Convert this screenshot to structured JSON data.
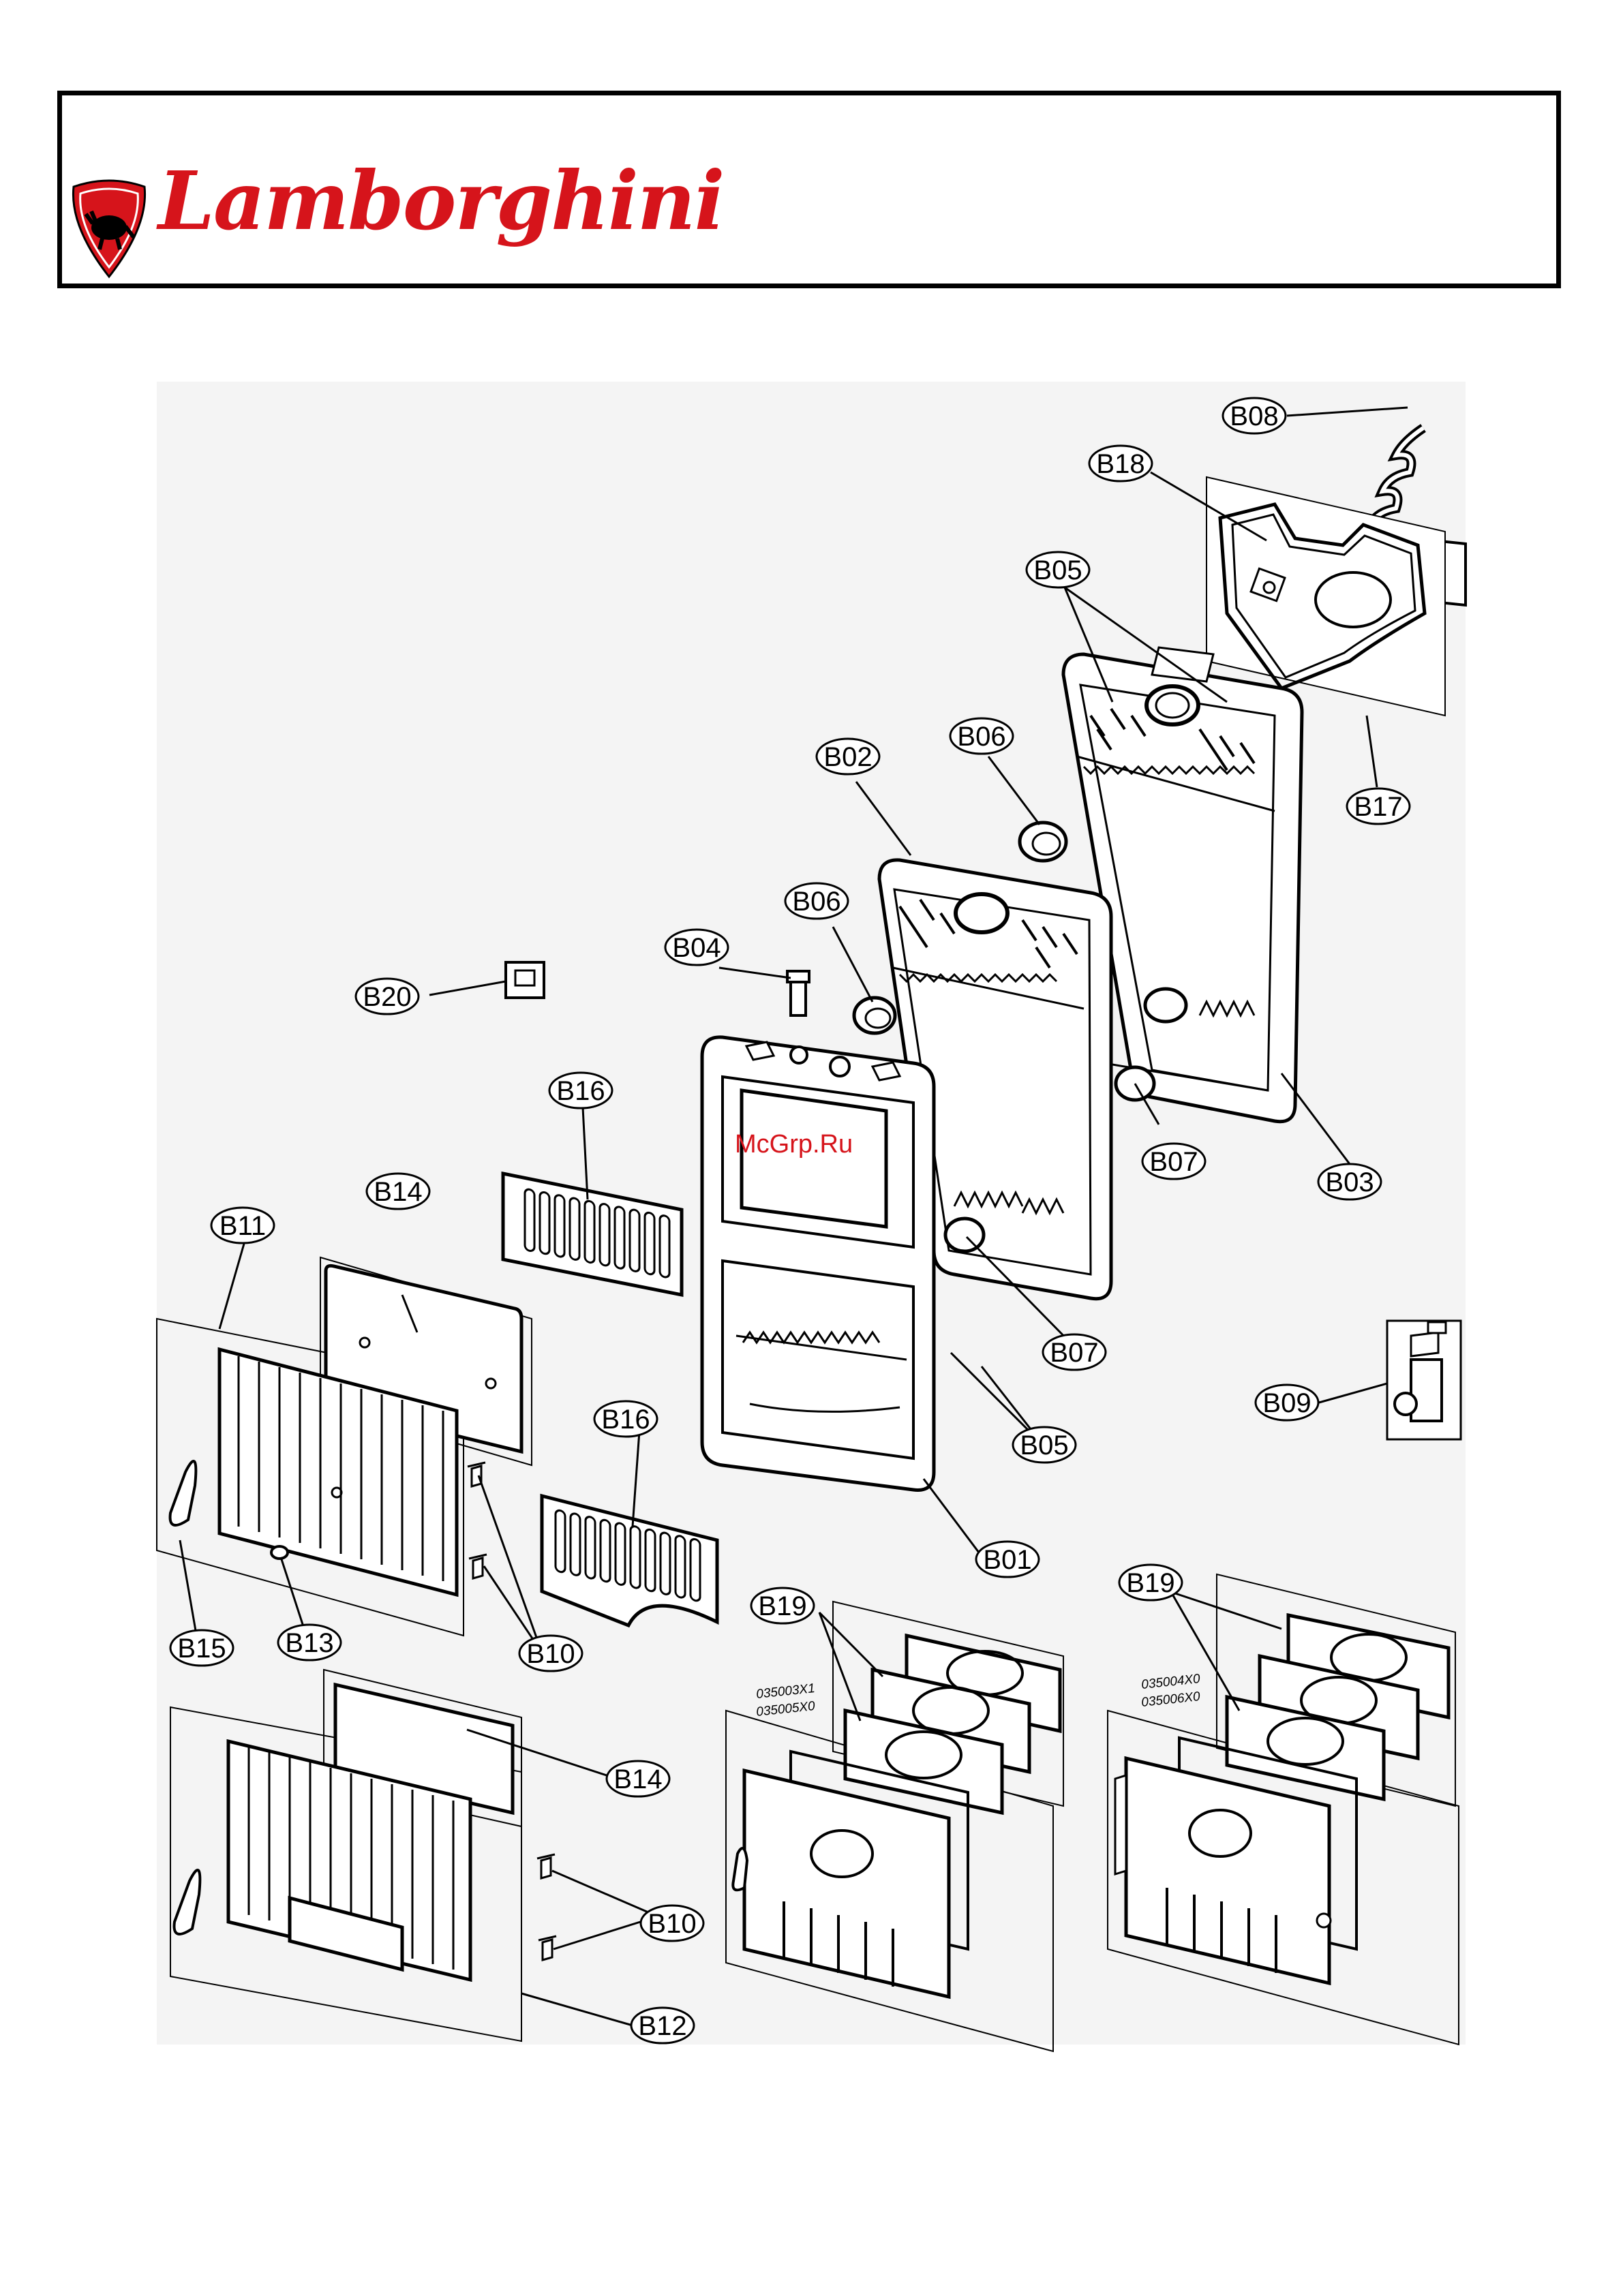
{
  "header": {
    "brand": "Lamborghini"
  },
  "watermark": "McGrp.Ru",
  "colors": {
    "brand_red": "#d6141b",
    "line": "#000000",
    "panel_bg": "#f4f4f4"
  },
  "callouts": {
    "b01": "B01",
    "b02": "B02",
    "b03": "B03",
    "b04": "B04",
    "b05_top": "B05",
    "b05_mid": "B05",
    "b06_top": "B06",
    "b06_mid": "B06",
    "b07_top": "B07",
    "b07_mid": "B07",
    "b08": "B08",
    "b09": "B09",
    "b10_mid": "B10",
    "b10_low": "B10",
    "b11": "B11",
    "b12": "B12",
    "b13": "B13",
    "b14_top": "B14",
    "b14_low": "B14",
    "b15": "B15",
    "b16_top": "B16",
    "b16_mid": "B16",
    "b17": "B17",
    "b18": "B18",
    "b19_left": "B19",
    "b19_right": "B19",
    "b20": "B20"
  },
  "variant_codes": {
    "left_a": "035003X1",
    "left_b": "035005X0",
    "right_a": "035004X0",
    "right_b": "035006X0"
  }
}
